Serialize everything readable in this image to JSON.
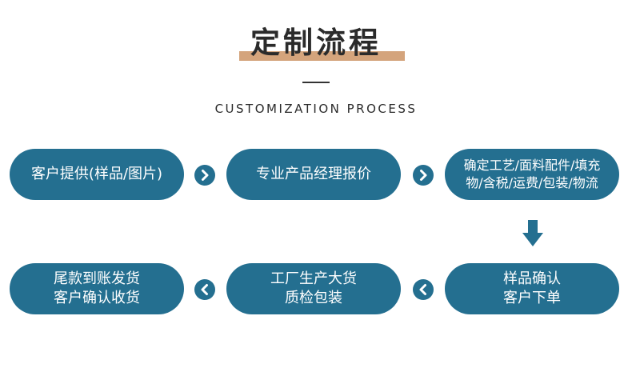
{
  "header": {
    "title": "定制流程",
    "subtitle": "CUSTOMIZATION PROCESS"
  },
  "steps": [
    {
      "lines": [
        "客户提供(样品/图片)"
      ]
    },
    {
      "lines": [
        "专业产品经理报价"
      ]
    },
    {
      "lines": [
        "确定工艺/面料配件/填充",
        "物/含税/运费/包装/物流"
      ]
    },
    {
      "lines": [
        "样品确认",
        "客户下单"
      ]
    },
    {
      "lines": [
        "工厂生产大货",
        "质检包装"
      ]
    },
    {
      "lines": [
        "尾款到账发货",
        "客户确认收货"
      ]
    }
  ],
  "icons": {
    "arrow_right": "chevron-right-icon",
    "arrow_left": "chevron-left-icon",
    "arrow_down": "arrow-down-icon"
  },
  "colors": {
    "accent": "#246f90",
    "title_bar": "#d4a47c",
    "text": "#2b2b2b"
  }
}
